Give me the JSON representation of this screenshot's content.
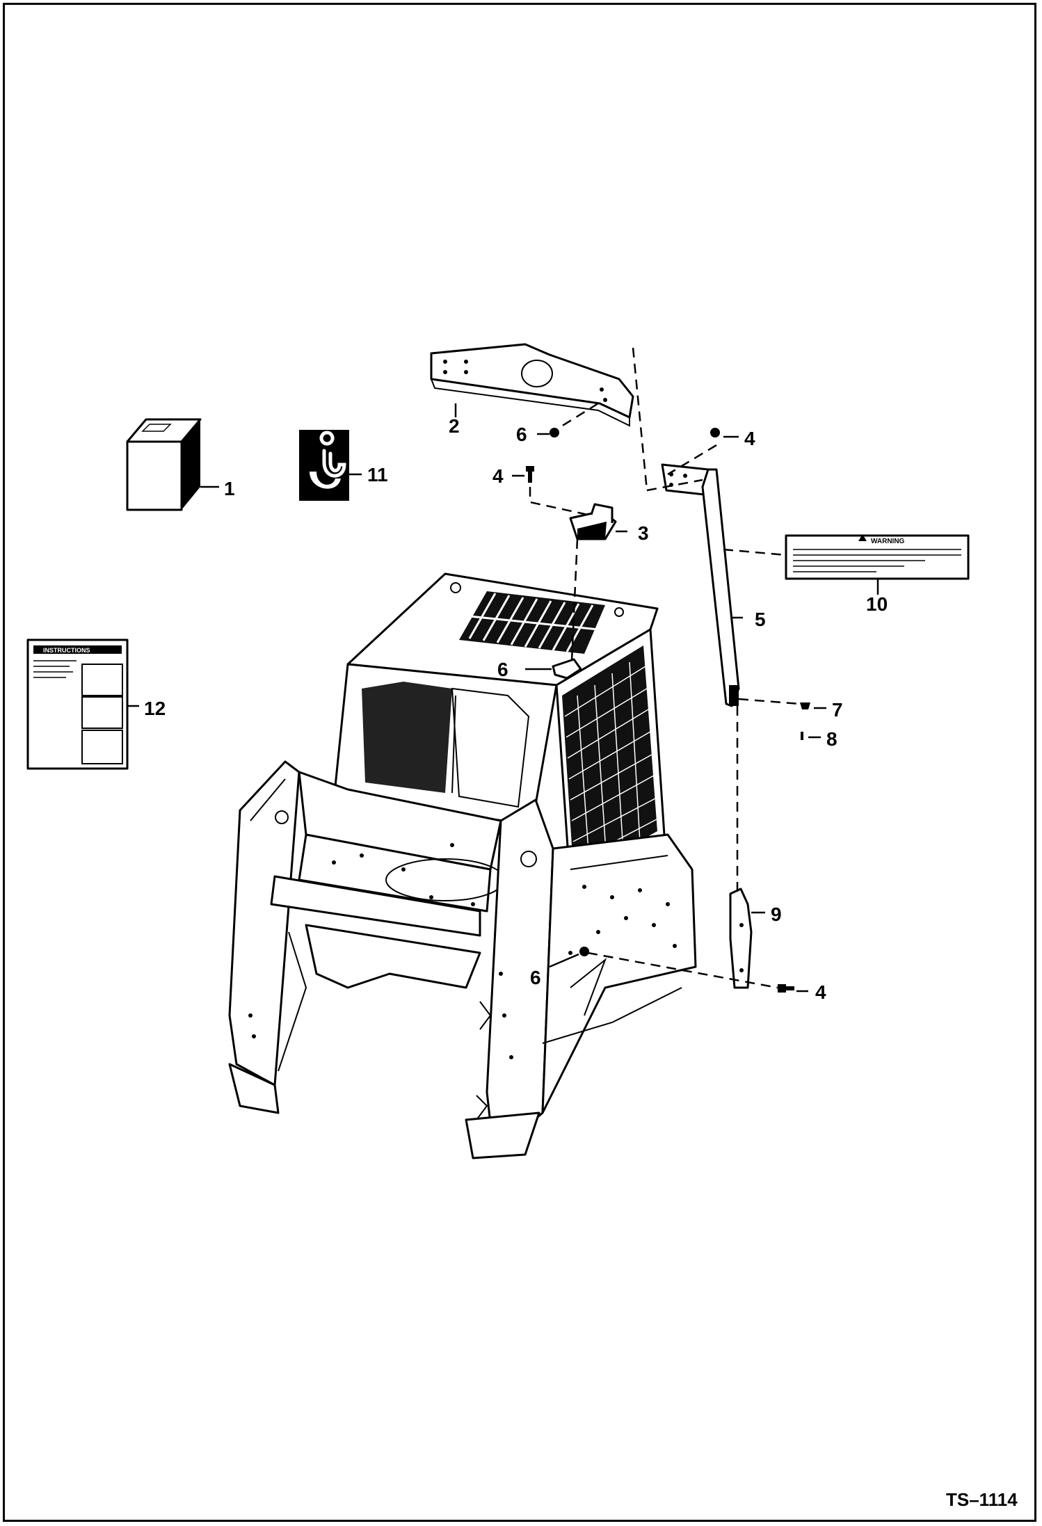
{
  "callouts": [
    {
      "id": "1",
      "text": "1"
    },
    {
      "id": "2",
      "text": "2"
    },
    {
      "id": "3",
      "text": "3"
    },
    {
      "id": "4a",
      "text": "4"
    },
    {
      "id": "4b",
      "text": "4"
    },
    {
      "id": "4c",
      "text": "4"
    },
    {
      "id": "5",
      "text": "5"
    },
    {
      "id": "6a",
      "text": "6"
    },
    {
      "id": "6b",
      "text": "6"
    },
    {
      "id": "6c",
      "text": "6"
    },
    {
      "id": "7",
      "text": "7"
    },
    {
      "id": "8",
      "text": "8"
    },
    {
      "id": "9",
      "text": "9"
    },
    {
      "id": "10",
      "text": "10"
    },
    {
      "id": "11",
      "text": "11"
    },
    {
      "id": "12",
      "text": "12"
    }
  ],
  "decal_10": {
    "title": "WARNING"
  },
  "decal_12": {
    "title": "INSTRUCTIONS"
  },
  "figure_id": "TS–1114",
  "icons": {
    "hook_decal": "lifting-hook-icon",
    "warning_triangle": "warning-triangle-icon"
  }
}
